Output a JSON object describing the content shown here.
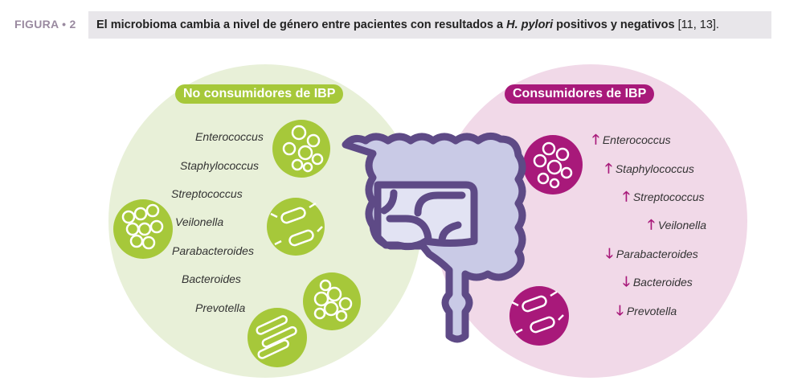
{
  "figure": {
    "label": "FIGURA • 2",
    "caption_before": "El microbioma cambia a nivel de género entre pacientes con resultados a ",
    "caption_italic": "H. pylori",
    "caption_after": " positivos y negativos",
    "caption_refs": " [11, 13]."
  },
  "left": {
    "title": "No consumidores de IBP",
    "color": "#a6c83a",
    "bg": "#e7efd6",
    "genera": [
      "Enterococcus",
      "Staphylococcus",
      "Streptococcus",
      "Veilonella",
      "Parabacteroides",
      "Bacteroides",
      "Prevotella"
    ]
  },
  "right": {
    "title": "Consumidores de IBP",
    "color": "#a8197a",
    "bg": "#f1d9e8",
    "genera": [
      {
        "name": "Enterococcus",
        "trend": "up"
      },
      {
        "name": "Staphylococcus",
        "trend": "up"
      },
      {
        "name": "Streptococcus",
        "trend": "up"
      },
      {
        "name": "Veilonella",
        "trend": "up"
      },
      {
        "name": "Parabacteroides",
        "trend": "down"
      },
      {
        "name": "Bacteroides",
        "trend": "down"
      },
      {
        "name": "Prevotella",
        "trend": "down"
      }
    ],
    "arrows": {
      "up": "🡑",
      "down": "🡓"
    }
  },
  "intestine": {
    "outline": "#5e4a86",
    "fill": "#c9cae6"
  }
}
